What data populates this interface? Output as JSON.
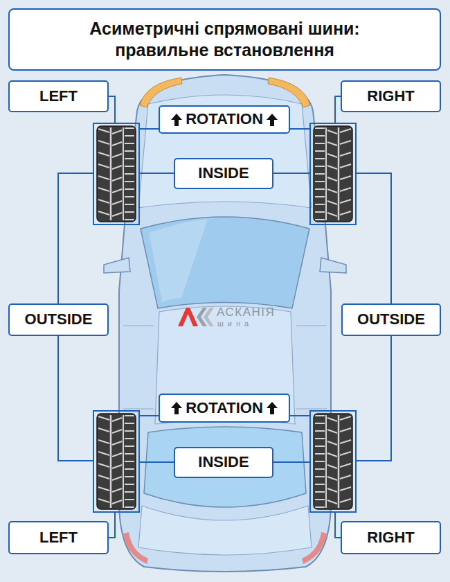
{
  "diagram": {
    "title": "Асиметричні спрямовані шини: правильне встановлення",
    "nodes": [
      {
        "text": [
          "LEFT"
        ]
      },
      {
        "text": [
          "RIGHT"
        ]
      },
      {
        "text": [
          "ROTATION"
        ]
      },
      {
        "text": [
          "INSIDE"
        ]
      },
      {
        "text": [
          "OUTSIDE"
        ]
      },
      {
        "text": [
          "OUTSIDE"
        ]
      },
      {
        "text": [
          "ROTATION"
        ]
      },
      {
        "text": [
          "INSIDE"
        ]
      },
      {
        "text": [
          "LEFT"
        ]
      },
      {
        "text": [
          "RIGHT"
        ]
      }
    ],
    "labels": [
      "АСКАНІЯ",
      "шина"
    ]
  }
}
